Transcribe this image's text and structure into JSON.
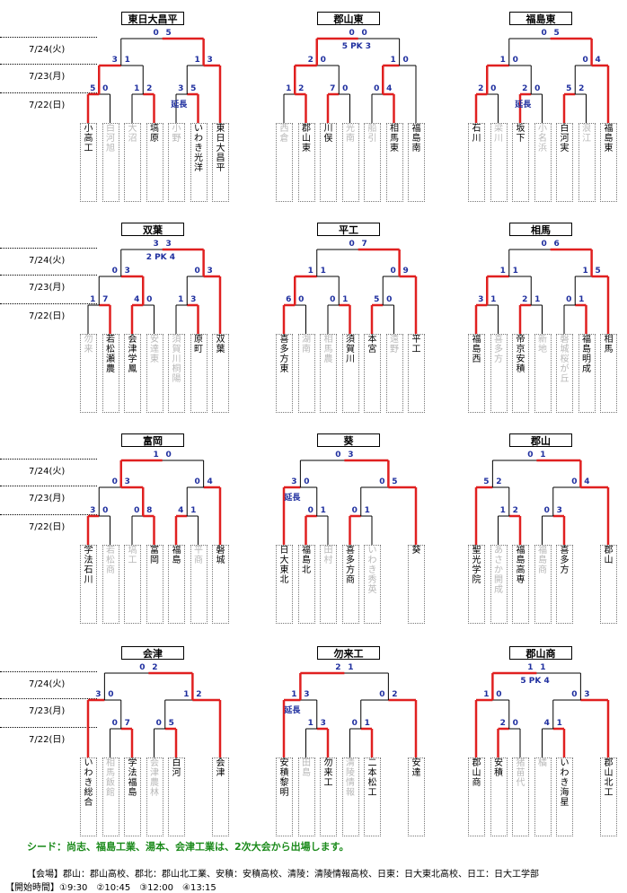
{
  "dates": [
    "7/24(火)",
    "7/23(月)",
    "7/22(日)"
  ],
  "notes": {
    "seed": "シード：尚志、福島工業、湯本、会津工業は、2次大会から出場します。",
    "venue": "【会場】郡山：郡山高校、郡北：郡山北工業、安積：安積高校、清陵：清陵情報高校、日東：日大東北高校、日工：日大工学部",
    "times": "【開始時間】①9:30　②10:45　③12:00　④13:15"
  },
  "brackets": [
    {
      "winner": "東日大昌平",
      "teams": [
        "小高工",
        "白河旭",
        "大沼",
        "塙原",
        "小野",
        "いわき光洋",
        "東日大昌平"
      ],
      "r1": [
        [
          5,
          0
        ],
        [
          1,
          2
        ],
        [
          3,
          5
        ]
      ],
      "r1_note": [
        "",
        "",
        "延長"
      ],
      "r1_win": [
        0,
        1,
        1
      ],
      "r2": [
        [
          3,
          1
        ],
        [
          1,
          3
        ]
      ],
      "r2_win": [
        0,
        1
      ],
      "final": [
        0,
        5
      ],
      "final_note": "",
      "final_win": 1
    },
    {
      "winner": "郡山東",
      "teams": [
        "西倉",
        "郡山東",
        "川俣",
        "光南",
        "船引",
        "相馬東",
        "福島南"
      ],
      "r1": [
        [
          1,
          2
        ],
        [
          7,
          0
        ],
        [
          0,
          4
        ]
      ],
      "r1_note": [
        "",
        "",
        ""
      ],
      "r1_win": [
        1,
        0,
        1
      ],
      "r2": [
        [
          2,
          0
        ],
        [
          1,
          0
        ]
      ],
      "r2_win": [
        0,
        0
      ],
      "final": [
        0,
        0
      ],
      "final_note": "5 PK 3",
      "final_win": 0
    },
    {
      "winner": "福島東",
      "teams": [
        "石川",
        "梁川",
        "坂下",
        "小名浜",
        "白河実",
        "浪江",
        "福島東"
      ],
      "r1": [
        [
          2,
          0
        ],
        [
          2,
          0
        ],
        [
          5,
          2
        ]
      ],
      "r1_note": [
        "",
        "延長",
        ""
      ],
      "r1_win": [
        0,
        0,
        0
      ],
      "r2": [
        [
          1,
          0
        ],
        [
          0,
          4
        ]
      ],
      "r2_win": [
        0,
        1
      ],
      "final": [
        0,
        5
      ],
      "final_note": "",
      "final_win": 1
    },
    {
      "winner": "双葉",
      "teams": [
        "勿来",
        "若松瀬農",
        "会津学鳳",
        "安達東",
        "須賀川桐陽",
        "原町",
        "双葉"
      ],
      "r1": [
        [
          1,
          7
        ],
        [
          4,
          0
        ],
        [
          1,
          3
        ]
      ],
      "r1_note": [
        "",
        "",
        ""
      ],
      "r1_win": [
        1,
        0,
        1
      ],
      "r2": [
        [
          0,
          3
        ],
        [
          0,
          3
        ]
      ],
      "r2_win": [
        1,
        1
      ],
      "final": [
        3,
        3
      ],
      "final_note": "2 PK 4",
      "final_win": 1
    },
    {
      "winner": "平工",
      "teams": [
        "喜多方東",
        "湖南",
        "相馬農",
        "須賀川",
        "本宮",
        "遠野",
        "平工"
      ],
      "r1": [
        [
          6,
          0
        ],
        [
          0,
          1
        ],
        [
          5,
          0
        ]
      ],
      "r1_note": [
        "",
        "",
        ""
      ],
      "r1_win": [
        0,
        1,
        0
      ],
      "r2": [
        [
          1,
          1
        ],
        [
          0,
          9
        ]
      ],
      "r2_win": [
        0,
        1
      ],
      "final": [
        0,
        7
      ],
      "final_note": "",
      "final_win": 1
    },
    {
      "winner": "相馬",
      "teams": [
        "福島西",
        "喜多方",
        "帝京安積",
        "新地",
        "磐城桜が丘",
        "福島明成",
        "相馬"
      ],
      "r1": [
        [
          3,
          1
        ],
        [
          2,
          1
        ],
        [
          0,
          1
        ]
      ],
      "r1_note": [
        "",
        "",
        ""
      ],
      "r1_win": [
        0,
        0,
        1
      ],
      "r2": [
        [
          1,
          1
        ],
        [
          1,
          5
        ]
      ],
      "r2_win": [
        0,
        1
      ],
      "final": [
        0,
        6
      ],
      "final_note": "",
      "final_win": 1
    },
    {
      "winner": "富岡",
      "teams": [
        "学法石川",
        "若松商",
        "塙工",
        "富岡",
        "福島",
        "平商",
        "磐城"
      ],
      "r1": [
        [
          3,
          0
        ],
        [
          0,
          8
        ],
        [
          4,
          1
        ]
      ],
      "r1_note": [
        "",
        "",
        ""
      ],
      "r1_win": [
        0,
        1,
        0
      ],
      "r2": [
        [
          0,
          3
        ],
        [
          0,
          4
        ]
      ],
      "r2_win": [
        1,
        1
      ],
      "final": [
        1,
        0
      ],
      "final_note": "",
      "final_win": 0
    },
    {
      "winner": "葵",
      "teams": [
        "日大東北",
        "福島北",
        "田村",
        "喜多方商",
        "いわき秀英",
        "葵"
      ],
      "r1": [
        [
          0,
          1
        ],
        [
          0,
          1
        ]
      ],
      "r1_note": [
        "",
        ""
      ],
      "r1_win": [
        0,
        0
      ],
      "r2": [
        [
          3,
          0
        ],
        [
          0,
          5
        ]
      ],
      "r2_note": [
        "延長",
        ""
      ],
      "r2_win": [
        0,
        1
      ],
      "final": [
        0,
        3
      ],
      "final_note": "",
      "final_win": 1
    },
    {
      "winner": "郡山",
      "teams": [
        "聖光学院",
        "あさか開成",
        "福島高専",
        "福島商",
        "喜多方",
        "郡山"
      ],
      "r1": [
        [
          1,
          2
        ],
        [
          0,
          3
        ]
      ],
      "r1_note": [
        "",
        ""
      ],
      "r1_win": [
        1,
        1
      ],
      "r2": [
        [
          5,
          2
        ],
        [
          0,
          4
        ]
      ],
      "r2_note": [
        "",
        ""
      ],
      "r2_win": [
        0,
        1
      ],
      "final": [
        0,
        1
      ],
      "final_note": "",
      "final_win": 1
    },
    {
      "winner": "会津",
      "teams": [
        "いわき総合",
        "相馬飯館",
        "学法福島",
        "会津農林",
        "白河",
        "会津"
      ],
      "r1": [
        [
          0,
          7
        ],
        [
          0,
          5
        ]
      ],
      "r1_note": [
        "",
        ""
      ],
      "r1_win": [
        1,
        1
      ],
      "r2": [
        [
          3,
          0
        ],
        [
          1,
          2
        ]
      ],
      "r2_note": [
        "",
        ""
      ],
      "r2_win": [
        0,
        1
      ],
      "final": [
        0,
        2
      ],
      "final_note": "",
      "final_win": 1
    },
    {
      "winner": "勿来工",
      "teams": [
        "安積黎明",
        "田島",
        "勿来工",
        "清陵情報",
        "二本松工",
        "安達"
      ],
      "r1": [
        [
          1,
          3
        ],
        [
          0,
          1
        ]
      ],
      "r1_note": [
        "",
        ""
      ],
      "r1_win": [
        1,
        1
      ],
      "r2": [
        [
          1,
          3
        ],
        [
          0,
          2
        ]
      ],
      "r2_note": [
        "延長",
        ""
      ],
      "r2_win": [
        0,
        1
      ],
      "final": [
        2,
        1
      ],
      "final_note": "",
      "final_win": 0
    },
    {
      "winner": "郡山商",
      "teams": [
        "郡山商",
        "安積",
        "猪苗代",
        "橘",
        "いわき海星",
        "郡山北工"
      ],
      "r1": [
        [
          2,
          0
        ],
        [
          4,
          1
        ]
      ],
      "r1_note": [
        "",
        ""
      ],
      "r1_win": [
        0,
        1
      ],
      "r2": [
        [
          1,
          0
        ],
        [
          0,
          3
        ]
      ],
      "r2_note": [
        "",
        ""
      ],
      "r2_win": [
        0,
        1
      ],
      "final": [
        1,
        1
      ],
      "final_note": "5 PK 4",
      "final_win": 0
    }
  ]
}
